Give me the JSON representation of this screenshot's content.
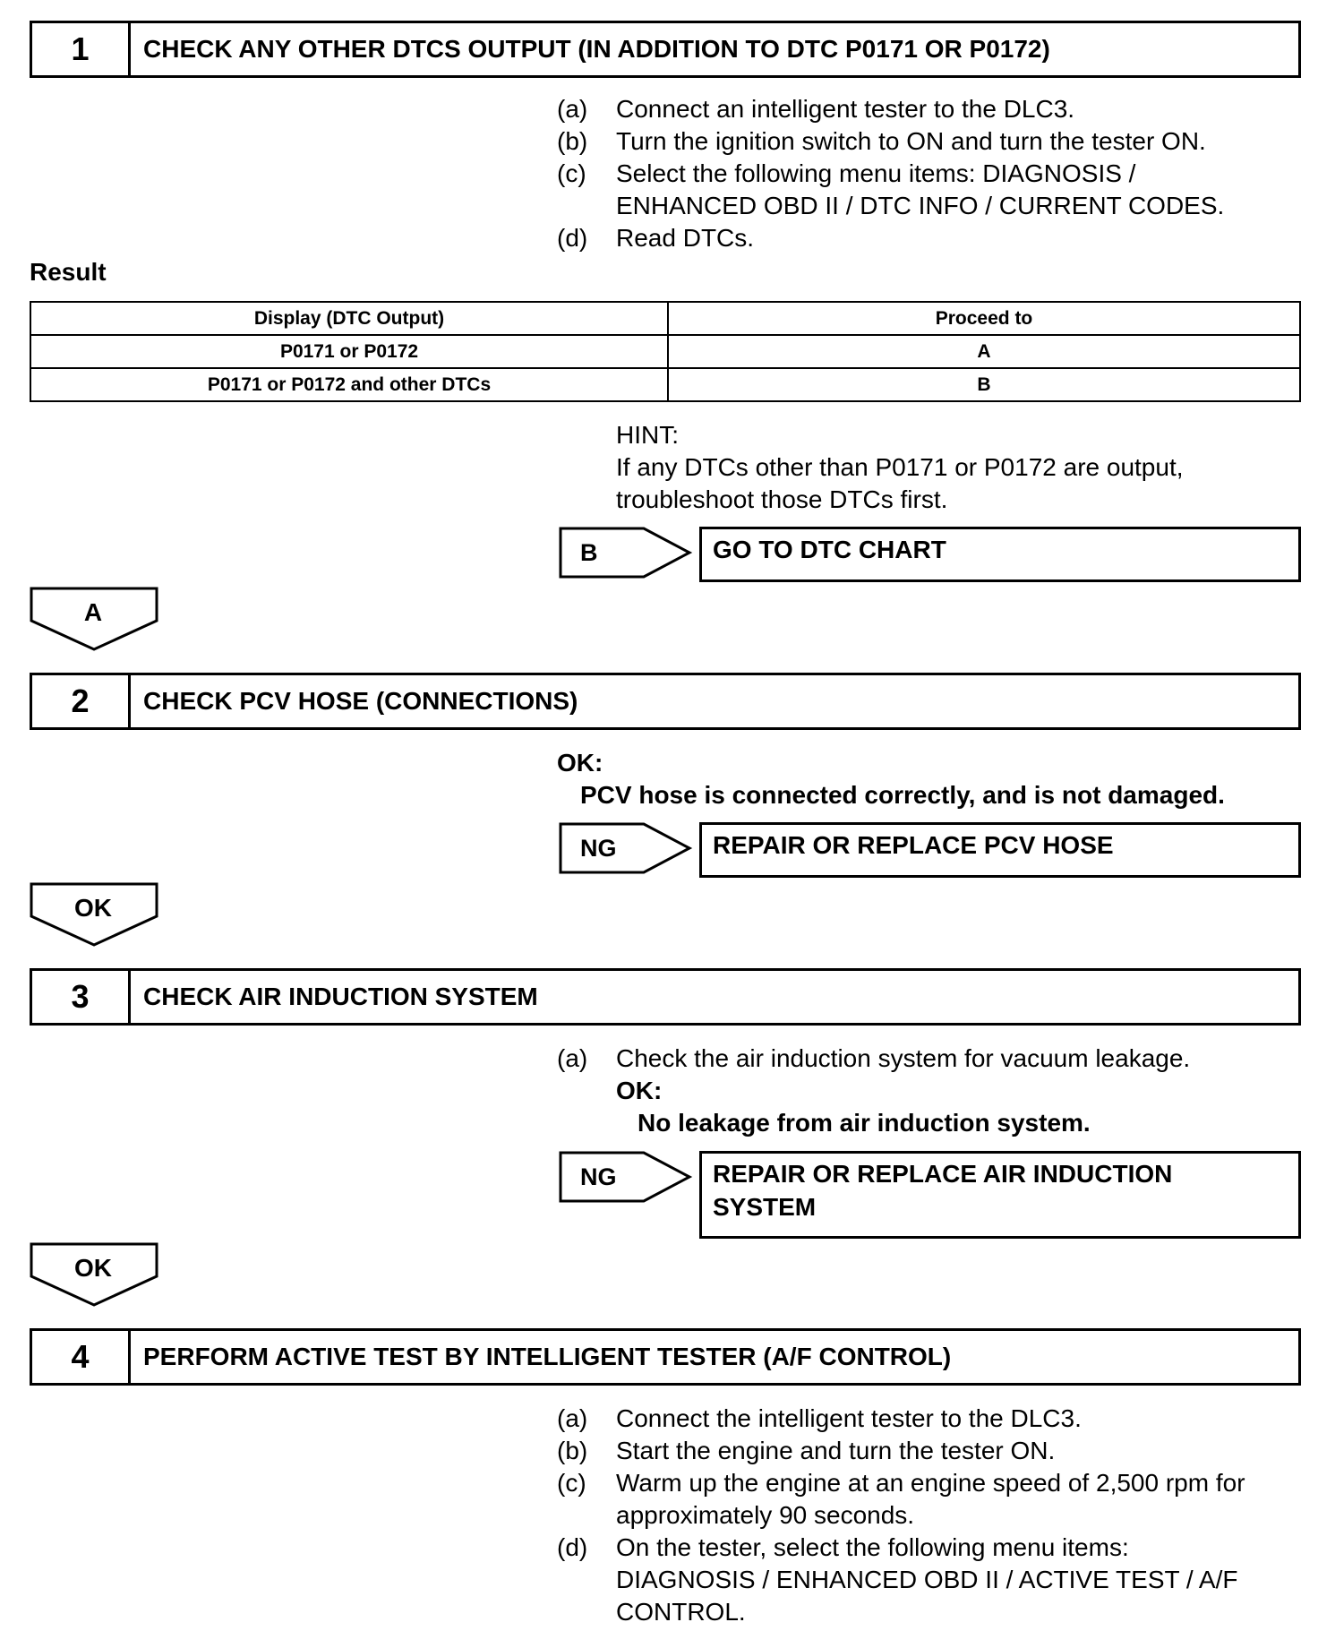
{
  "step1": {
    "num": "1",
    "title": "CHECK ANY OTHER DTCS OUTPUT (IN ADDITION TO DTC P0171 OR P0172)",
    "items": [
      {
        "label": "(a)",
        "lines": [
          "Connect an intelligent tester to the DLC3."
        ]
      },
      {
        "label": "(b)",
        "lines": [
          "Turn the ignition switch to ON and turn the tester ON."
        ]
      },
      {
        "label": "(c)",
        "lines": [
          "Select the following menu items: DIAGNOSIS /",
          "ENHANCED OBD II / DTC INFO / CURRENT CODES."
        ]
      },
      {
        "label": "(d)",
        "lines": [
          "Read DTCs."
        ]
      }
    ],
    "result_heading": "Result",
    "table": {
      "headers": [
        "Display (DTC Output)",
        "Proceed to"
      ],
      "rows": [
        [
          "P0171 or P0172",
          "A"
        ],
        [
          "P0171 or P0172 and other DTCs",
          "B"
        ]
      ]
    },
    "hint": {
      "label": "HINT:",
      "lines": [
        "If any DTCs other than P0171 or P0172 are output,",
        "troubleshoot those DTCs first."
      ]
    },
    "branch": {
      "tag": "B",
      "dest": "GO TO DTC CHART"
    },
    "next": "A"
  },
  "step2": {
    "num": "2",
    "title": "CHECK PCV HOSE (CONNECTIONS)",
    "ok_label": "OK:",
    "ok_text": "PCV hose is connected correctly, and is not damaged.",
    "branch": {
      "tag": "NG",
      "dest": "REPAIR OR REPLACE PCV HOSE"
    },
    "next": "OK"
  },
  "step3": {
    "num": "3",
    "title": "CHECK AIR INDUCTION SYSTEM",
    "item": {
      "label": "(a)",
      "text": "Check the air induction system for vacuum leakage."
    },
    "ok_label": "OK:",
    "ok_text": "No leakage from air induction system.",
    "branch": {
      "tag": "NG",
      "dest_lines": [
        "REPAIR OR REPLACE AIR INDUCTION",
        "SYSTEM"
      ]
    },
    "next": "OK"
  },
  "step4": {
    "num": "4",
    "title": "PERFORM ACTIVE TEST BY INTELLIGENT TESTER (A/F CONTROL)",
    "items": [
      {
        "label": "(a)",
        "lines": [
          "Connect the intelligent tester to the DLC3."
        ]
      },
      {
        "label": "(b)",
        "lines": [
          "Start the engine and turn the tester ON."
        ]
      },
      {
        "label": "(c)",
        "lines": [
          "Warm up the engine at an engine speed of 2,500 rpm for",
          "approximately 90 seconds."
        ]
      },
      {
        "label": "(d)",
        "lines": [
          "On the tester, select the following menu items:",
          "DIAGNOSIS / ENHANCED OBD II / ACTIVE TEST / A/F",
          "CONTROL."
        ]
      }
    ]
  }
}
